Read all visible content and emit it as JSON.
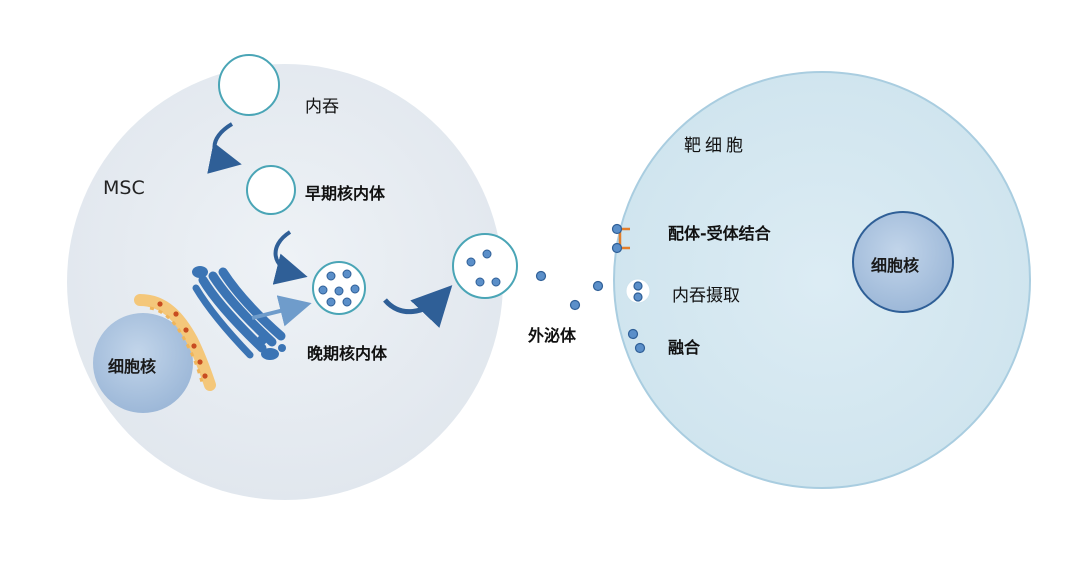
{
  "labels": {
    "endocytosis": "内吞",
    "msc": "MSC",
    "early_endosome": "早期核内体",
    "late_endosome": "晚期核内体",
    "msc_nucleus": "细胞核",
    "exosome": "外泌体",
    "target_cell": "靶细胞",
    "ligand_receptor_binding": "配体-受体结合",
    "endocytic_uptake": "内吞摄取",
    "fusion": "融合",
    "target_nucleus": "细胞核"
  },
  "colors": {
    "msc_cell_fill": "#e7ecf1",
    "target_cell_fill": "#d4e7f0",
    "target_cell_border": "#a9cde0",
    "nucleus_fill": "#a9c2de",
    "vesicle_border": "#4aa5b6",
    "exosome_fill": "#5b8fc9",
    "arrow": "#2f5f97",
    "golgi": "#3b74b4",
    "er": "#f4c77a",
    "receptor": "#e37e2b"
  }
}
